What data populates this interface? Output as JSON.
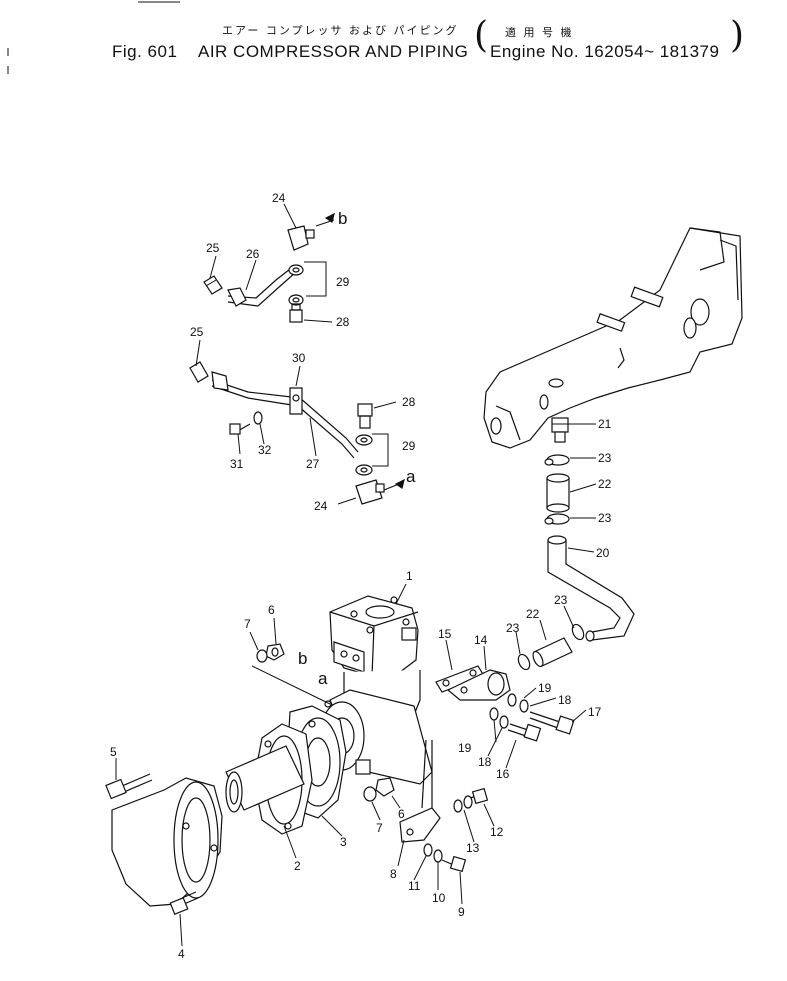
{
  "header": {
    "jp_title": "エアー コンプレッサ および パイピング",
    "jp_applicable": "適 用 号 機",
    "fig_label": "Fig. 601",
    "title": "AIR COMPRESSOR AND PIPING",
    "engine_range": "Engine No. 162054~ 181379"
  },
  "callouts": [
    {
      "id": "c1",
      "text": "1"
    },
    {
      "id": "c2",
      "text": "2"
    },
    {
      "id": "c3",
      "text": "3"
    },
    {
      "id": "c4",
      "text": "4"
    },
    {
      "id": "c5",
      "text": "5"
    },
    {
      "id": "c6a",
      "text": "6"
    },
    {
      "id": "c6b",
      "text": "6"
    },
    {
      "id": "c7a",
      "text": "7"
    },
    {
      "id": "c7b",
      "text": "7"
    },
    {
      "id": "c8",
      "text": "8"
    },
    {
      "id": "c9",
      "text": "9"
    },
    {
      "id": "c10",
      "text": "10"
    },
    {
      "id": "c11",
      "text": "11"
    },
    {
      "id": "c12",
      "text": "12"
    },
    {
      "id": "c13",
      "text": "13"
    },
    {
      "id": "c14",
      "text": "14"
    },
    {
      "id": "c15",
      "text": "15"
    },
    {
      "id": "c16",
      "text": "16"
    },
    {
      "id": "c17",
      "text": "17"
    },
    {
      "id": "c18a",
      "text": "18"
    },
    {
      "id": "c18b",
      "text": "18"
    },
    {
      "id": "c19a",
      "text": "19"
    },
    {
      "id": "c19b",
      "text": "19"
    },
    {
      "id": "c20",
      "text": "20"
    },
    {
      "id": "c21",
      "text": "21"
    },
    {
      "id": "c22a",
      "text": "22"
    },
    {
      "id": "c22b",
      "text": "22"
    },
    {
      "id": "c23a",
      "text": "23"
    },
    {
      "id": "c23b",
      "text": "23"
    },
    {
      "id": "c23c",
      "text": "23"
    },
    {
      "id": "c23d",
      "text": "23"
    },
    {
      "id": "c24a",
      "text": "24"
    },
    {
      "id": "c24b",
      "text": "24"
    },
    {
      "id": "c25a",
      "text": "25"
    },
    {
      "id": "c25b",
      "text": "25"
    },
    {
      "id": "c26",
      "text": "26"
    },
    {
      "id": "c27",
      "text": "27"
    },
    {
      "id": "c28a",
      "text": "28"
    },
    {
      "id": "c28b",
      "text": "28"
    },
    {
      "id": "c29a",
      "text": "29"
    },
    {
      "id": "c29b",
      "text": "29"
    },
    {
      "id": "c30",
      "text": "30"
    },
    {
      "id": "c31",
      "text": "31"
    },
    {
      "id": "c32",
      "text": "32"
    }
  ],
  "connection_marks": {
    "a_top": "a",
    "b_top": "b",
    "a_comp": "a",
    "b_comp": "b"
  }
}
